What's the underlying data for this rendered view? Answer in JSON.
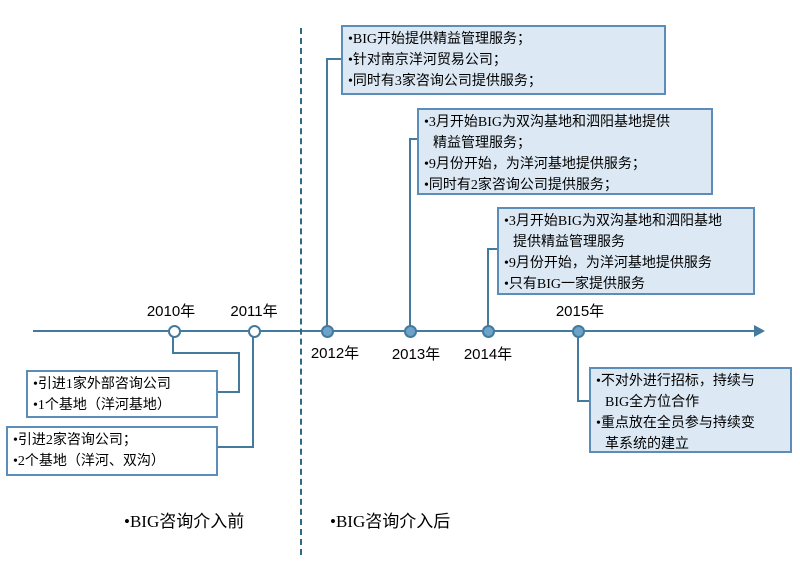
{
  "colors": {
    "axis_line": "#447a9e",
    "dashed_divider": "#2f6a84",
    "box_border": "#5b8db8",
    "box_fill_light_blue": "#dce9f5",
    "dot_fill": "#6ba3c9",
    "text": "#000000"
  },
  "timeline": {
    "years": [
      {
        "label": "2010年",
        "marker": "hollow",
        "label_position": "above"
      },
      {
        "label": "2011年",
        "marker": "hollow",
        "label_position": "above"
      },
      {
        "label": "2012年",
        "marker": "filled",
        "label_position": "below"
      },
      {
        "label": "2013年",
        "marker": "filled",
        "label_position": "below"
      },
      {
        "label": "2014年",
        "marker": "filled",
        "label_position": "below"
      },
      {
        "label": "2015年",
        "marker": "filled",
        "label_position": "above"
      }
    ]
  },
  "boxes": {
    "y2010": {
      "style": "plain",
      "lines": [
        {
          "t": "•引进1家外部咨询公司"
        },
        {
          "t": "•1个基地（洋河基地）"
        }
      ]
    },
    "y2011": {
      "style": "plain",
      "lines": [
        {
          "t": "•引进2家咨询公司；"
        },
        {
          "t": "•2个基地（洋河、双沟）"
        }
      ]
    },
    "y2012": {
      "style": "filled",
      "lines": [
        {
          "t": "•BIG开始提供精益管理服务；"
        },
        {
          "t": "•针对南京洋河贸易公司；"
        },
        {
          "t": "•同时有3家咨询公司提供服务；"
        }
      ]
    },
    "y2013": {
      "style": "filled",
      "lines": [
        {
          "t": "•3月开始BIG为双沟基地和泗阳基地提供"
        },
        {
          "t": "精益管理服务；",
          "c": true
        },
        {
          "t": "•9月份开始，为洋河基地提供服务；"
        },
        {
          "t": "•同时有2家咨询公司提供服务；"
        }
      ]
    },
    "y2014": {
      "style": "filled",
      "lines": [
        {
          "t": "•3月开始BIG为双沟基地和泗阳基地"
        },
        {
          "t": "提供精益管理服务",
          "c": true
        },
        {
          "t": "•9月份开始，为洋河基地提供服务"
        },
        {
          "t": "•只有BIG一家提供服务"
        }
      ]
    },
    "y2015": {
      "style": "filled",
      "lines": [
        {
          "t": "•不对外进行招标，持续与"
        },
        {
          "t": "BIG全方位合作",
          "c": true
        },
        {
          "t": "•重点放在全员参与持续变"
        },
        {
          "t": "革系统的建立",
          "c": true
        }
      ]
    }
  },
  "footer": {
    "before": "•BIG咨询介入前",
    "after": "•BIG咨询介入后"
  }
}
